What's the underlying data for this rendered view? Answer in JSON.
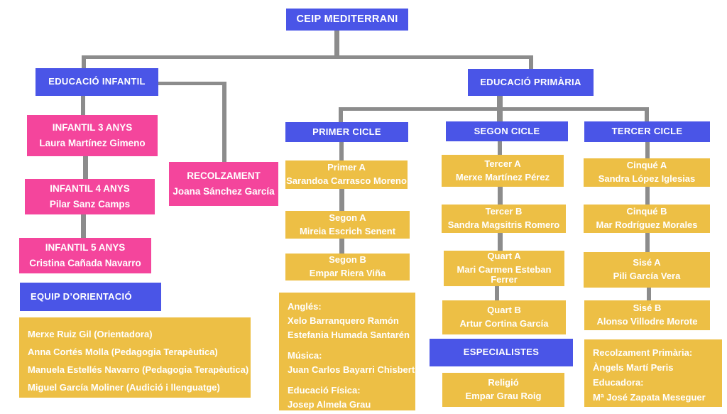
{
  "root": {
    "title": "CEIP MEDITERRANI"
  },
  "infantil": {
    "header": "EDUCACIÓ INFANTIL",
    "classes": [
      {
        "title": "INFANTIL 3 ANYS",
        "teacher": "Laura Martínez Gimeno"
      },
      {
        "title": "INFANTIL 4  ANYS",
        "teacher": "Pilar Sanz Camps"
      },
      {
        "title": "INFANTIL 5 ANYS",
        "teacher": "Cristina Cañada Navarro"
      }
    ],
    "recolzament": {
      "title": "RECOLZAMENT",
      "teacher": "Joana Sánchez García"
    },
    "orientacio_header": "EQUIP D’ORIENTACIÓ",
    "orientacio_members": [
      "Merxe Ruiz Gil (Orientadora)",
      "Anna Cortés Molla (Pedagogia Terapèutica)",
      "Manuela Estellés Navarro (Pedagogia Terapèutica)",
      "Miguel García Moliner (Audició i llenguatge)"
    ]
  },
  "primaria": {
    "header": "EDUCACIÓ PRIMÀRIA",
    "cicles": [
      {
        "header": "PRIMER CICLE",
        "classes": [
          {
            "title": "Primer A",
            "teacher": "Sarandoa Carrasco Moreno"
          },
          {
            "title": "Segon A",
            "teacher": "Mireia Escrich Senent"
          },
          {
            "title": "Segon B",
            "teacher": "Empar Riera Viña"
          }
        ],
        "extra_lines": [
          "Anglés:",
          "Xelo Barranquero Ramón",
          "Estefania Humada  Santarén",
          "Música:",
          "Juan Carlos Bayarri  Chisbert",
          "Educació Física:",
          "Josep Almela Grau"
        ]
      },
      {
        "header": "SEGON CICLE",
        "classes": [
          {
            "title": "Tercer A",
            "teacher": "Merxe Martínez Pérez"
          },
          {
            "title": "Tercer B",
            "teacher": "Sandra Magsitris Romero"
          },
          {
            "title": "Quart A",
            "teacher": "Mari Carmen Esteban Ferrer"
          },
          {
            "title": "Quart B",
            "teacher": "Artur Cortina García"
          }
        ],
        "especialistes_header": "ESPECIALISTES",
        "especialistes": [
          {
            "title": "Religió",
            "teacher": "Empar Grau Roig"
          }
        ]
      },
      {
        "header": "TERCER CICLE",
        "classes": [
          {
            "title": "Cinqué A",
            "teacher": "Sandra López Iglesias"
          },
          {
            "title": "Cinqué B",
            "teacher": "Mar Rodríguez Morales"
          },
          {
            "title": "Sisé A",
            "teacher": "Pili García Vera"
          },
          {
            "title": "Sisé B",
            "teacher": "Alonso Villodre Morote"
          }
        ],
        "extra_lines": [
          "Recolzament Primària:",
          "Àngels Martí Peris",
          "Educadora:",
          "Mª José Zapata Meseguer"
        ]
      }
    ]
  },
  "colors": {
    "header_blue": "#4A55E7",
    "infantil_pink": "#F4459C",
    "class_yellow": "#EDBF45",
    "connector_gray": "#8C8C8C",
    "text_white": "#FFFFFF"
  }
}
